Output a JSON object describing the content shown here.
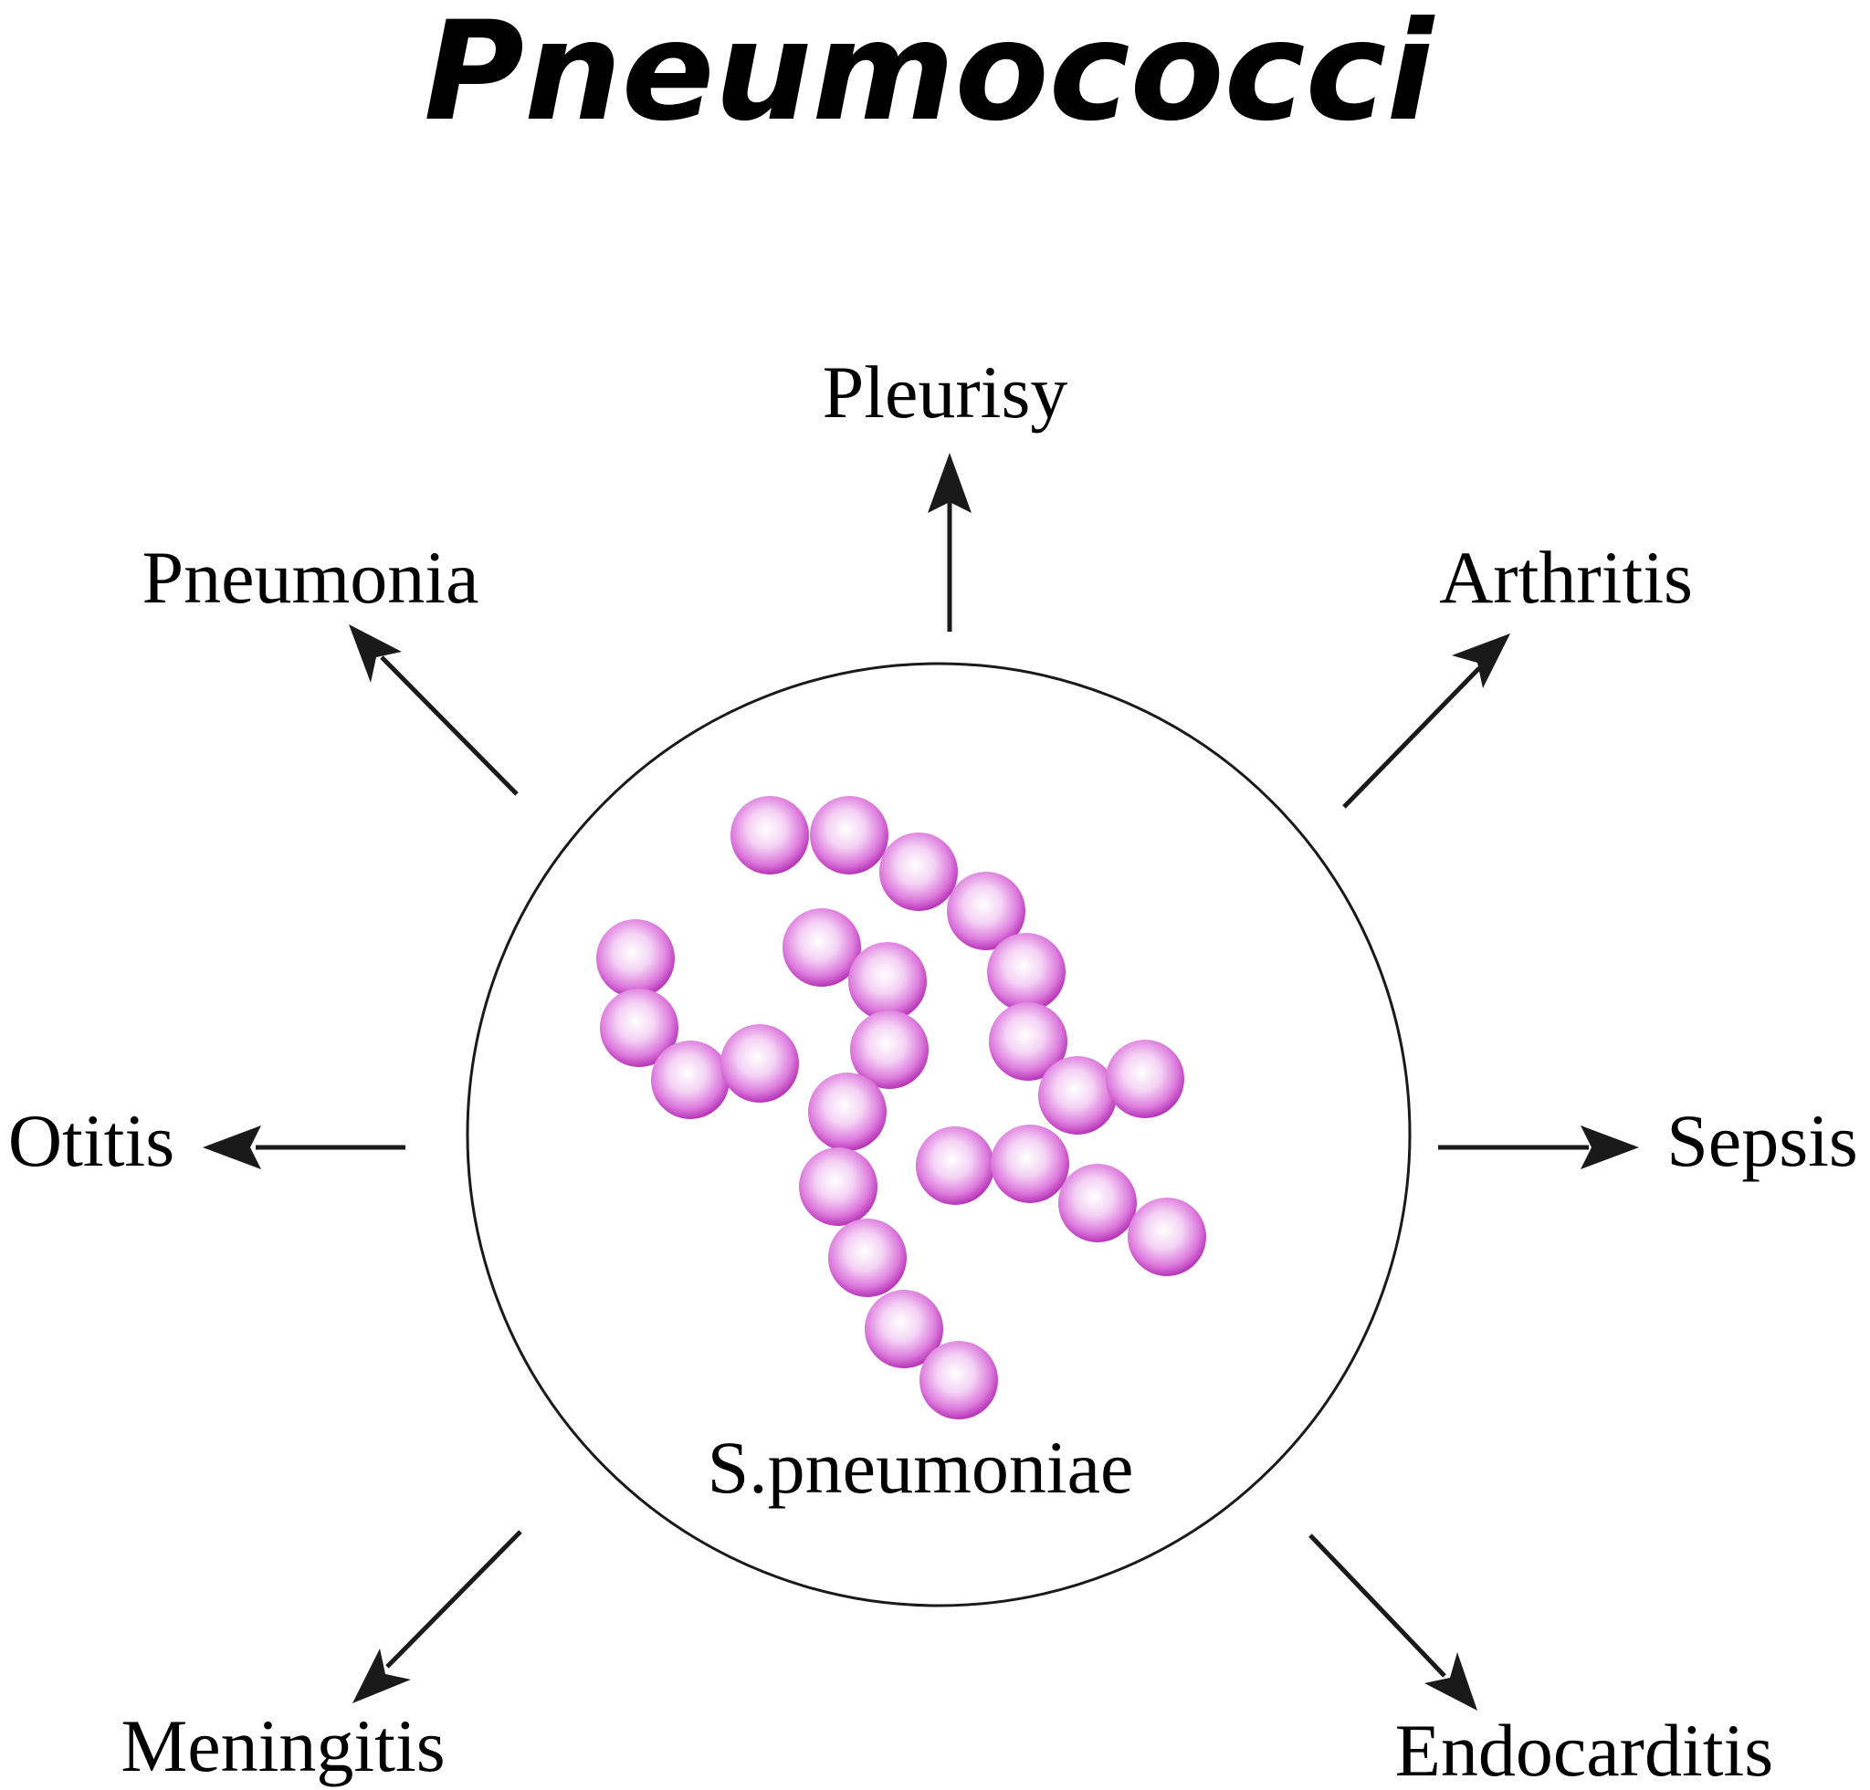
{
  "title": "Pneumococci",
  "center_label": "S.pneumoniae",
  "colors": {
    "coccus_edge": "#b02ab0",
    "coccus_mid": "#dd7add",
    "coccus_highlight": "#ffffff",
    "arrow": "#1a1a1a",
    "circle_stroke": "#1a1a1a"
  },
  "conditions": [
    {
      "name": "Pleurisy"
    },
    {
      "name": "Pneumonia"
    },
    {
      "name": "Arthritis"
    },
    {
      "name": "Otitis"
    },
    {
      "name": "Sepsis"
    },
    {
      "name": "Meningitis"
    },
    {
      "name": "Endocarditis"
    }
  ]
}
